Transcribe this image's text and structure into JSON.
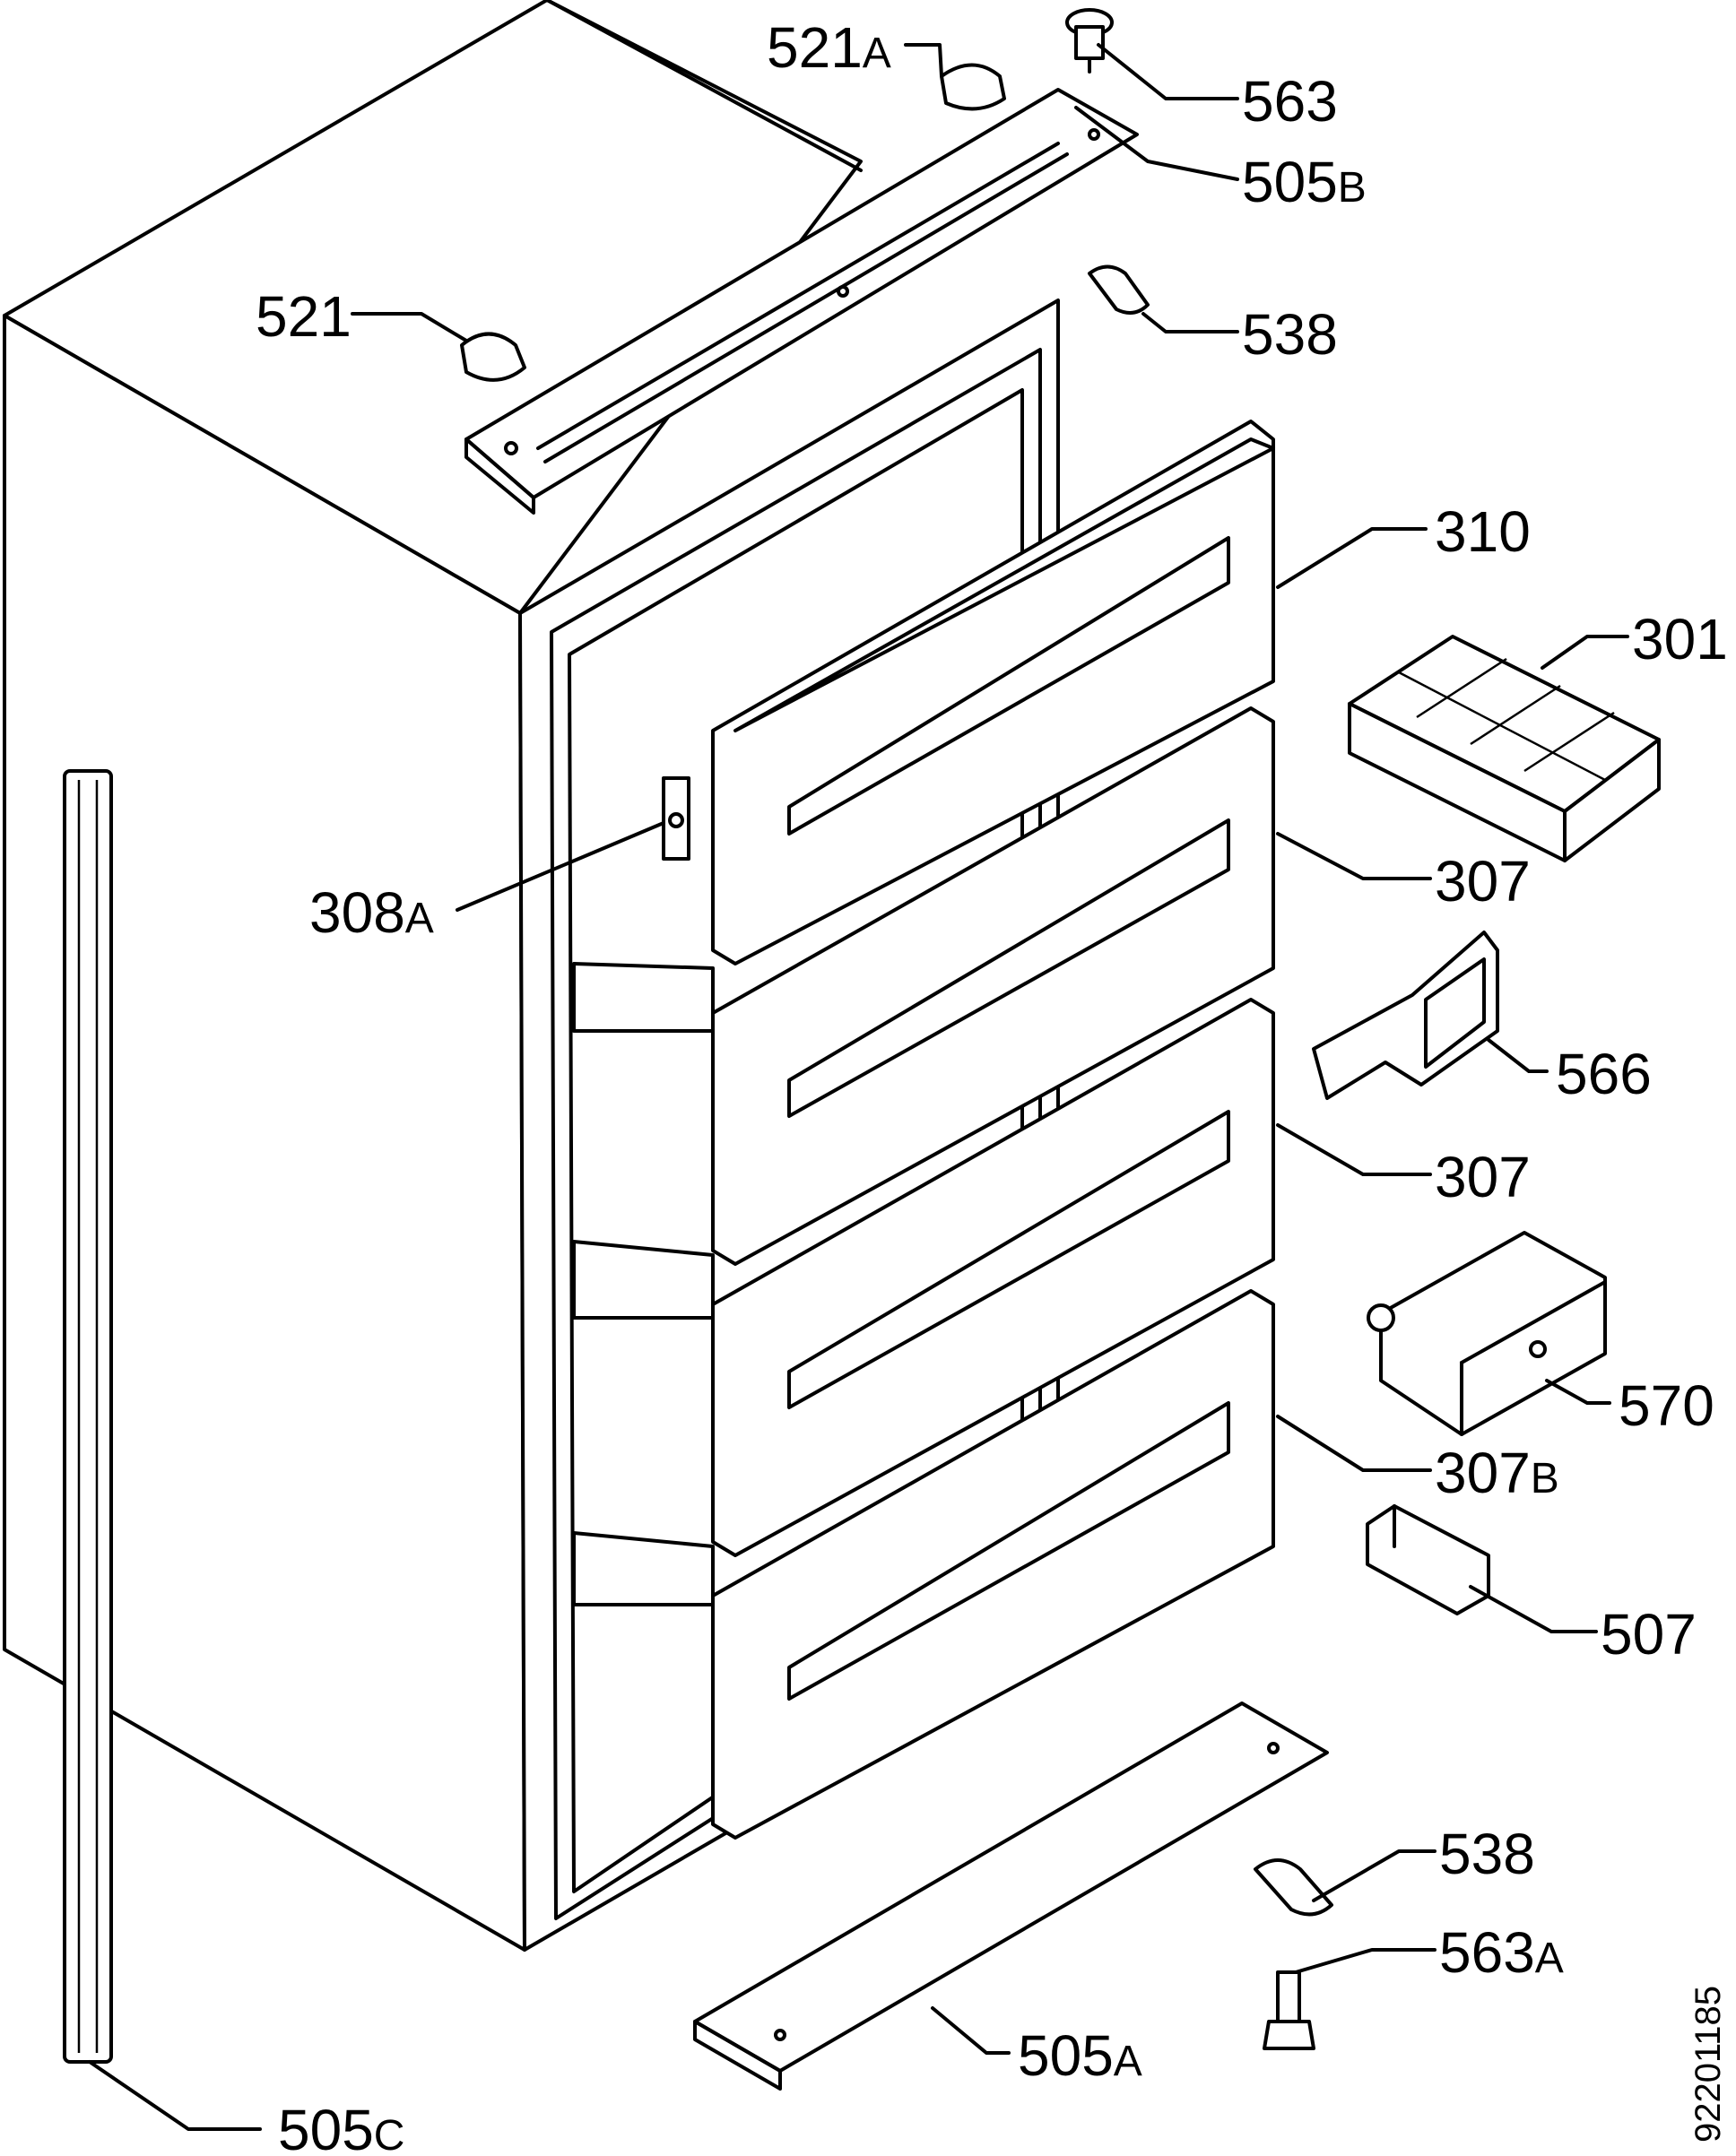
{
  "callouts": [
    {
      "id": "521A",
      "num": "521",
      "suffix": "A"
    },
    {
      "id": "563",
      "num": "563",
      "suffix": ""
    },
    {
      "id": "505B",
      "num": "505",
      "suffix": "B"
    },
    {
      "id": "521",
      "num": "521",
      "suffix": ""
    },
    {
      "id": "538-top",
      "num": "538",
      "suffix": ""
    },
    {
      "id": "310",
      "num": "310",
      "suffix": ""
    },
    {
      "id": "301",
      "num": "301",
      "suffix": ""
    },
    {
      "id": "308A",
      "num": "308",
      "suffix": "A"
    },
    {
      "id": "307-a",
      "num": "307",
      "suffix": ""
    },
    {
      "id": "566",
      "num": "566",
      "suffix": ""
    },
    {
      "id": "307-b",
      "num": "307",
      "suffix": ""
    },
    {
      "id": "570",
      "num": "570",
      "suffix": ""
    },
    {
      "id": "307B",
      "num": "307",
      "suffix": "B"
    },
    {
      "id": "507",
      "num": "507",
      "suffix": ""
    },
    {
      "id": "538-bottom",
      "num": "538",
      "suffix": ""
    },
    {
      "id": "563A",
      "num": "563",
      "suffix": "A"
    },
    {
      "id": "505A",
      "num": "505",
      "suffix": "A"
    },
    {
      "id": "505C",
      "num": "505",
      "suffix": "C"
    }
  ],
  "drawing_code": "92201185"
}
